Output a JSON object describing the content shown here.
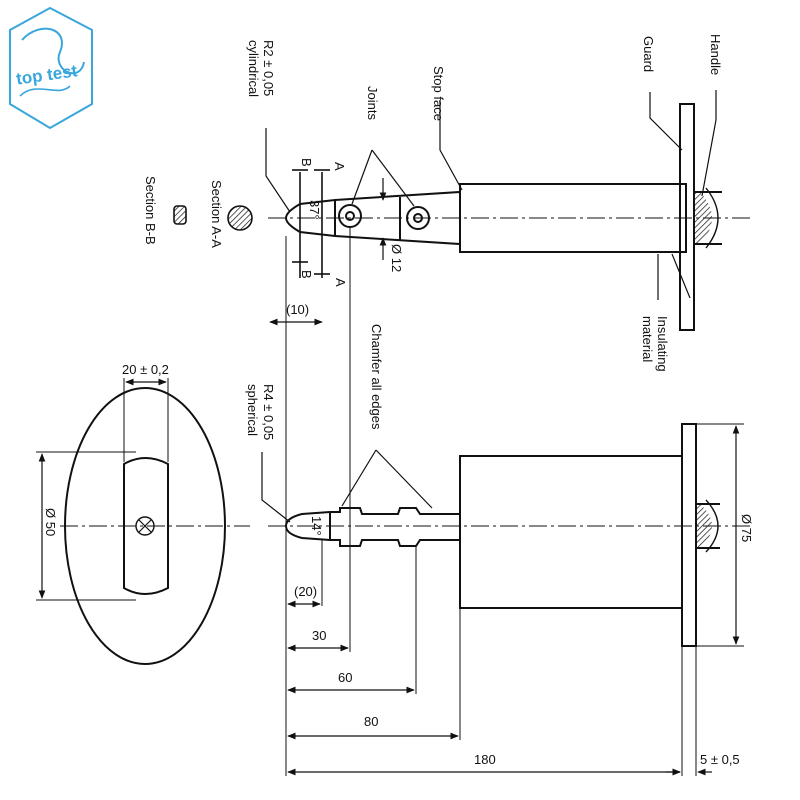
{
  "logo": {
    "text": "top test",
    "color": "#3aa7dc"
  },
  "labels": {
    "handle": "Handle",
    "guard": "Guard",
    "stop_face": "Stop face",
    "joints": "Joints",
    "r2_line1": "R2 ± 0,05",
    "r2_line2": "cylindrical",
    "section_aa": "Section A-A",
    "section_bb": "Section B-B",
    "insulating_line1": "Insulating",
    "insulating_line2": "material",
    "chamfer": "Chamfer all edges",
    "r4_line1": "R4 ± 0,05",
    "r4_line2": "spherical",
    "angle_37": "37°",
    "angle_14": "14°",
    "sec_a": "A",
    "sec_b": "B",
    "dia_12": "Ø 12",
    "dia_50": "Ø 50",
    "dia_75": "Ø 75",
    "dim_10": "(10)",
    "dim_20_ref": "(20)",
    "dim_20_tol": "20 ± 0,2",
    "dim_30": "30",
    "dim_60": "60",
    "dim_80": "80",
    "dim_180": "180",
    "dim_5": "5 ± 0,5"
  },
  "colors": {
    "ink": "#111111",
    "logo": "#3aa7dc"
  }
}
